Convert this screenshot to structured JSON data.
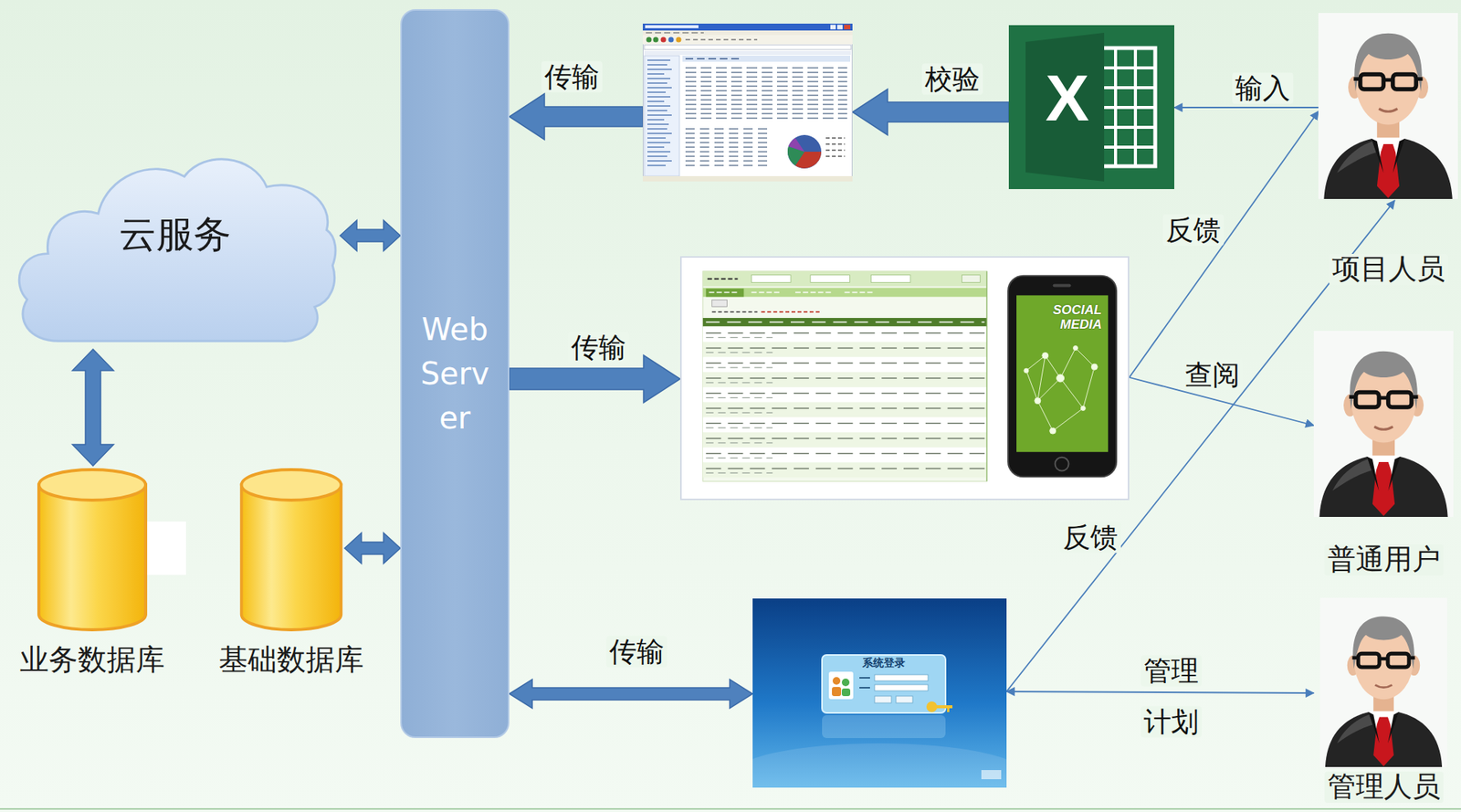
{
  "diagram": {
    "nodes": [
      {
        "text": [
          "云服务"
        ]
      },
      {
        "text": [
          "Web Serv er"
        ]
      },
      {
        "text": [
          "业务数据库"
        ]
      },
      {
        "text": [
          "基础数据库"
        ]
      },
      {
        "text": []
      },
      {
        "text": [
          "X"
        ]
      },
      {
        "text": [
          "项目人员"
        ]
      },
      {
        "text": [
          "SOCIAL MEDIA"
        ]
      },
      {
        "text": [
          "普通用户"
        ]
      },
      {
        "text": [
          "系统登录"
        ]
      },
      {
        "text": [
          "管理人员"
        ]
      }
    ],
    "edges": [
      {
        "from": 4,
        "to": 1,
        "label": "传输",
        "arrow": "to"
      },
      {
        "from": 5,
        "to": 4,
        "label": "校验",
        "arrow": "to"
      },
      {
        "from": 6,
        "to": 5,
        "label": "输入",
        "arrow": "to"
      },
      {
        "from": 1,
        "to": 7,
        "label": "传输",
        "arrow": "to"
      },
      {
        "from": 7,
        "to": 6,
        "label": "反馈",
        "arrow": "to"
      },
      {
        "from": 7,
        "to": 8,
        "label": "查阅",
        "arrow": "to"
      },
      {
        "from": 9,
        "to": 6,
        "label": "反馈",
        "arrow": "to"
      },
      {
        "from": 9,
        "to": 10,
        "label": "管理",
        "arrow": "both"
      },
      {
        "from": 1,
        "to": 9,
        "label": "传输",
        "arrow": "both"
      },
      {
        "from": 0,
        "to": 1,
        "arrow": "both"
      },
      {
        "from": 0,
        "to": 2,
        "arrow": "both"
      },
      {
        "from": 3,
        "to": 1,
        "arrow": "both"
      }
    ],
    "labels": [
      "计划"
    ]
  }
}
